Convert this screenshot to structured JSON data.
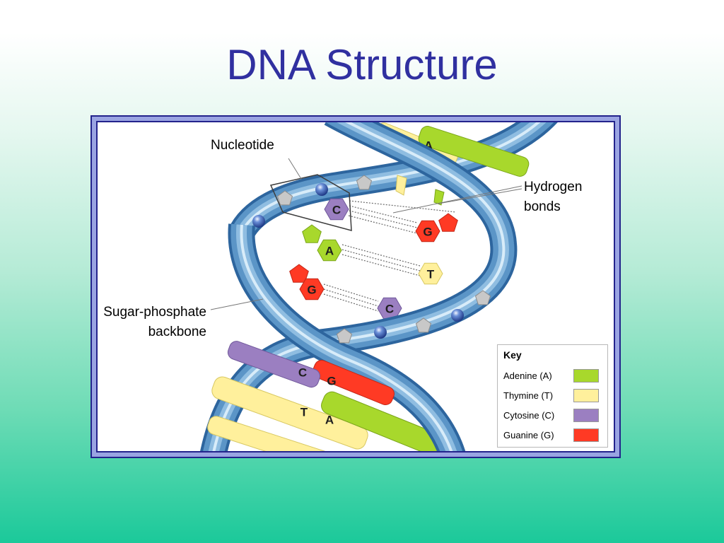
{
  "slide": {
    "title": "DNA Structure"
  },
  "labels": {
    "nucleotide": "Nucleotide",
    "hydrogen_bonds_line1": "Hydrogen",
    "hydrogen_bonds_line2": "bonds",
    "backbone_line1": "Sugar-phosphate",
    "backbone_line2": "backbone"
  },
  "diagram": {
    "base_letters": [
      "A",
      "C",
      "G",
      "A",
      "T",
      "G",
      "C",
      "C",
      "G",
      "T",
      "A"
    ]
  },
  "key": {
    "title": "Key",
    "items": [
      {
        "label": "Adenine (A)",
        "color": "#a8d82c"
      },
      {
        "label": "Thymine (T)",
        "color": "#fff09c"
      },
      {
        "label": "Cytosine (C)",
        "color": "#9b7fc1"
      },
      {
        "label": "Guanine (G)",
        "color": "#ff3a24"
      }
    ]
  },
  "colors": {
    "title": "#3030a0",
    "frame": "#23238c",
    "backbone": "#5b95c7"
  }
}
